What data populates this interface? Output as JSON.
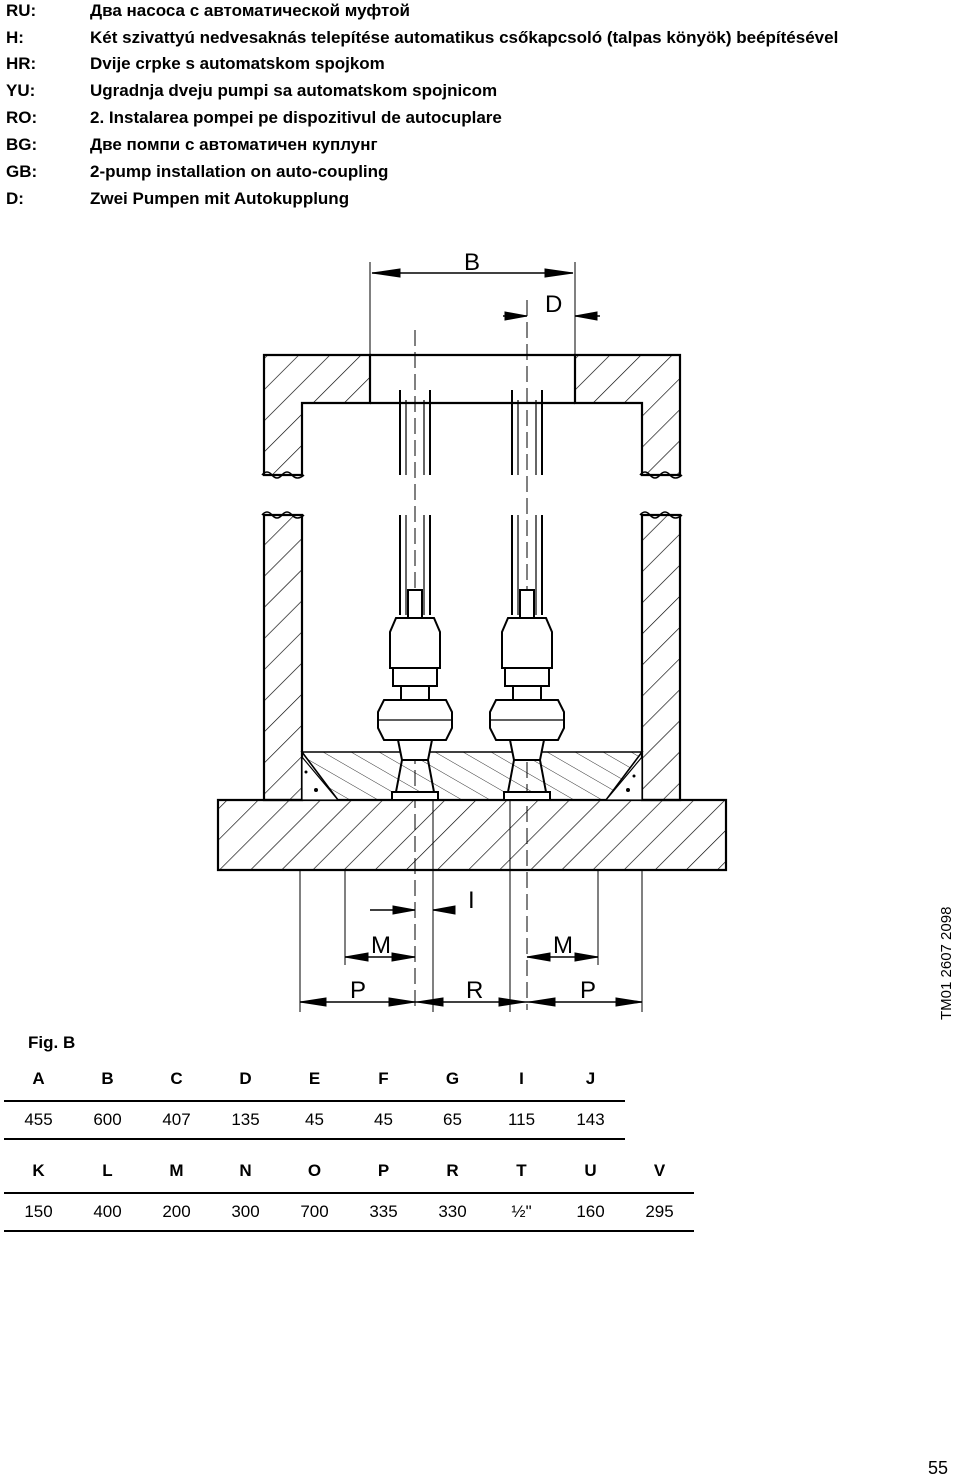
{
  "languages": [
    {
      "code": "RU:",
      "text": "Два насоса с автоматической муфтой"
    },
    {
      "code": "H:",
      "text": "Két szivattyú nedvesaknás telepítése automatikus csőkapcsoló (talpas könyök) beépítésével"
    },
    {
      "code": "HR:",
      "text": "Dvije crpke s automatskom spojkom"
    },
    {
      "code": "YU:",
      "text": "Ugradnja dveju pumpi sa automatskom spojnicom"
    },
    {
      "code": "RO:",
      "text": "2. Instalarea pompei pe dispozitivul de autocuplare"
    },
    {
      "code": "BG:",
      "text": "Две помпи с автоматичен куплунг"
    },
    {
      "code": "GB:",
      "text": "2-pump installation on auto-coupling"
    },
    {
      "code": "D:",
      "text": "Zwei Pumpen mit Autokupplung"
    }
  ],
  "drawing": {
    "dim_labels": {
      "B": "B",
      "D": "D",
      "I": "I",
      "M_left": "M",
      "M_right": "M",
      "P_left": "P",
      "R": "R",
      "P_right": "P"
    }
  },
  "doc_id": "TM01 2607 2098",
  "figure_label": "Fig. B",
  "table1": {
    "headers": [
      "A",
      "B",
      "C",
      "D",
      "E",
      "F",
      "G",
      "I",
      "J"
    ],
    "values": [
      "455",
      "600",
      "407",
      "135",
      "45",
      "45",
      "65",
      "115",
      "143"
    ]
  },
  "table2": {
    "headers": [
      "K",
      "L",
      "M",
      "N",
      "O",
      "P",
      "R",
      "T",
      "U",
      "V"
    ],
    "values": [
      "150",
      "400",
      "200",
      "300",
      "700",
      "335",
      "330",
      "½\"",
      "160",
      "295"
    ]
  },
  "page_number": "55"
}
